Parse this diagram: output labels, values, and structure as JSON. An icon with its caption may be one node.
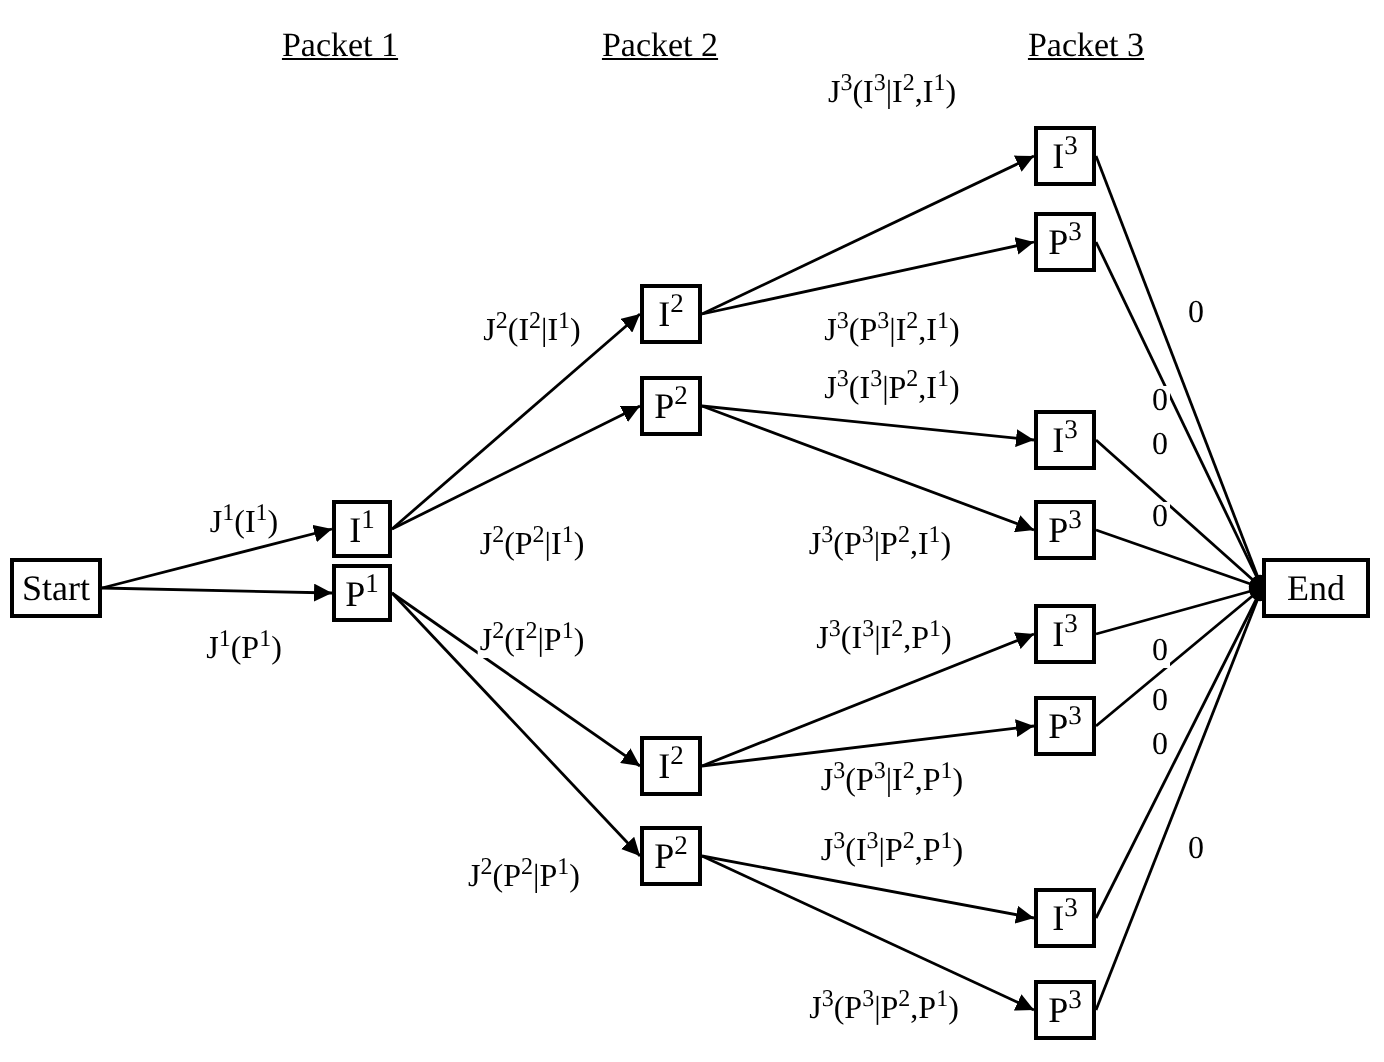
{
  "diagram": {
    "nodes": [
      {
        "text": [
          "Start"
        ]
      },
      {
        "text": [
          "I$^{1}$"
        ]
      },
      {
        "text": [
          "P$^{1}$"
        ]
      },
      {
        "text": [
          "I$^{2}$"
        ]
      },
      {
        "text": [
          "P$^{2}$"
        ]
      },
      {
        "text": [
          "I$^{2}$"
        ]
      },
      {
        "text": [
          "P$^{2}$"
        ]
      },
      {
        "text": [
          "I$^{3}$"
        ]
      },
      {
        "text": [
          "P$^{3}$"
        ]
      },
      {
        "text": [
          "I$^{3}$"
        ]
      },
      {
        "text": [
          "P$^{3}$"
        ]
      },
      {
        "text": [
          "I$^{3}$"
        ]
      },
      {
        "text": [
          "P$^{3}$"
        ]
      },
      {
        "text": [
          "I$^{3}$"
        ]
      },
      {
        "text": [
          "P$^{3}$"
        ]
      },
      {
        "text": [
          "End"
        ]
      }
    ],
    "edges": [
      {
        "from": 0,
        "to": 1,
        "arrow": "to",
        "label": "J$^{1}$(I$^{1}$)"
      },
      {
        "from": 0,
        "to": 2,
        "arrow": "to",
        "label": "J$^{1}$(P$^{1}$)"
      },
      {
        "from": 1,
        "to": 3,
        "arrow": "to",
        "label": "J$^{2}$(I$^{2}$|I$^{1}$)"
      },
      {
        "from": 1,
        "to": 4,
        "arrow": "to",
        "label": "J$^{2}$(P$^{2}$|I$^{1}$)"
      },
      {
        "from": 2,
        "to": 5,
        "arrow": "to",
        "label": "J$^{2}$(I$^{2}$|P$^{1}$)"
      },
      {
        "from": 2,
        "to": 6,
        "arrow": "to",
        "label": "J$^{2}$(P$^{2}$|P$^{1}$)"
      },
      {
        "from": 3,
        "to": 7,
        "arrow": "to",
        "label": "J$^{3}$(I$^{3}$|I$^{2}$,I$^{1}$)"
      },
      {
        "from": 3,
        "to": 8,
        "arrow": "to",
        "label": "J$^{3}$(P$^{3}$|I$^{2}$,I$^{1}$)"
      },
      {
        "from": 4,
        "to": 9,
        "arrow": "to",
        "label": "J$^{3}$(I$^{3}$|P$^{2}$,I$^{1}$)"
      },
      {
        "from": 4,
        "to": 10,
        "arrow": "to",
        "label": "J$^{3}$(P$^{3}$|P$^{2}$,I$^{1}$)"
      },
      {
        "from": 5,
        "to": 11,
        "arrow": "to",
        "label": "J$^{3}$(I$^{3}$|I$^{2}$,P$^{1}$)"
      },
      {
        "from": 5,
        "to": 12,
        "arrow": "to",
        "label": "J$^{3}$(P$^{3}$|I$^{2}$,P$^{1}$)"
      },
      {
        "from": 6,
        "to": 13,
        "arrow": "to",
        "label": "J$^{3}$(I$^{3}$|P$^{2}$,P$^{1}$)"
      },
      {
        "from": 6,
        "to": 14,
        "arrow": "to",
        "label": "J$^{3}$(P$^{3}$|P$^{2}$,P$^{1}$)"
      },
      {
        "from": 7,
        "to": 15,
        "arrow": "other",
        "label": "0"
      },
      {
        "from": 8,
        "to": 15,
        "arrow": "other",
        "label": "0"
      },
      {
        "from": 9,
        "to": 15,
        "arrow": "other",
        "label": "0"
      },
      {
        "from": 10,
        "to": 15,
        "arrow": "other",
        "label": "0"
      },
      {
        "from": 11,
        "to": 15,
        "arrow": "other",
        "label": "0"
      },
      {
        "from": 12,
        "to": 15,
        "arrow": "other",
        "label": "0"
      },
      {
        "from": 13,
        "to": 15,
        "arrow": "other",
        "label": "0"
      },
      {
        "from": 14,
        "to": 15,
        "arrow": "other",
        "label": "0"
      }
    ],
    "labels": [
      "Packet 1",
      "Packet 2",
      "Packet 3"
    ]
  }
}
